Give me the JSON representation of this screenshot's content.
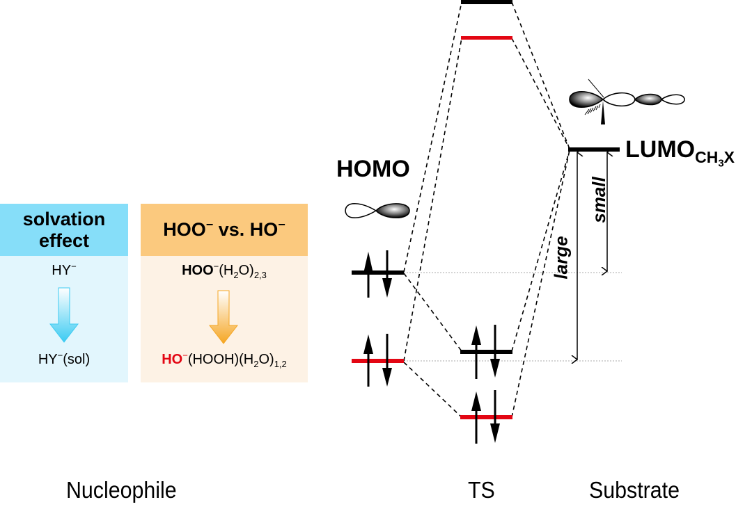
{
  "boxes": {
    "solvation": {
      "title_line1": "solvation",
      "title_line2": "effect",
      "top_species": "HY",
      "top_charge": "−",
      "bottom_species": "HY",
      "bottom_charge": "−",
      "bottom_suffix": "(sol)",
      "colors": {
        "header": "#86def9",
        "body": "#e2f6fd",
        "arrow": "#3ccbf2"
      }
    },
    "hoo_vs_ho": {
      "title_a": "HOO",
      "title_vs": " vs. ",
      "title_b": "HO",
      "charge": "−",
      "top_bold": "HOO",
      "top_rest_a": "(H",
      "top_rest_sub": "2",
      "top_rest_b": "O)",
      "top_sub": "2,3",
      "bottom_bold": "HO",
      "bottom_rest_a": "(HOOH)(H",
      "bottom_rest_sub": "2",
      "bottom_rest_b": "O)",
      "bottom_sub": "1,2",
      "colors": {
        "header": "#fbc97e",
        "body": "#fdf2e5",
        "arrow": "#f5a623",
        "highlight": "#e30613"
      }
    }
  },
  "orbitals": {
    "homo_label": "HOMO",
    "lumo_label": "LUMO",
    "lumo_sub_a": "CH",
    "lumo_sub_num": "3",
    "lumo_sub_b": "X"
  },
  "gap_labels": {
    "small": "small",
    "large": "large"
  },
  "columns": {
    "nucleophile": "Nucleophile",
    "ts": "TS",
    "substrate": "Substrate"
  },
  "levels": {
    "colors": {
      "black": "#000000",
      "red": "#e30613"
    },
    "nucleophile": [
      "black (HOO⁻, higher HOMO)",
      "red (HO⁻, lower HOMO)"
    ],
    "ts": [
      "antibonding black",
      "antibonding red",
      "bonding black",
      "bonding red"
    ],
    "substrate": [
      "LUMO CH3X"
    ]
  }
}
